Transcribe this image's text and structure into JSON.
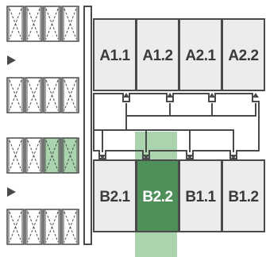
{
  "colors": {
    "stroke": "#4a4a4a",
    "cell_fill": "#ececec",
    "highlight_fill": "#4e8f5a",
    "highlight_light": "#a9d4ad",
    "label_dark": "#3a3a3a",
    "label_light": "#ffffff"
  },
  "icons": {
    "left_arrow_1": "right-triangle-icon",
    "left_arrow_2": "right-triangle-icon"
  },
  "legend_rows": [
    {
      "highlighted": [
        false,
        false,
        false,
        false
      ]
    },
    {
      "highlighted": [
        false,
        false,
        false,
        false
      ]
    },
    {
      "highlighted": [
        false,
        false,
        true,
        true
      ]
    },
    {
      "highlighted": [
        false,
        false,
        false,
        false
      ]
    }
  ],
  "top_cells": [
    {
      "label": "A1.1",
      "highlighted": false
    },
    {
      "label": "A1.2",
      "highlighted": false
    },
    {
      "label": "A2.1",
      "highlighted": false
    },
    {
      "label": "A2.2",
      "highlighted": false
    }
  ],
  "bottom_cells": [
    {
      "label": "B2.1",
      "highlighted": false
    },
    {
      "label": "B2.2",
      "highlighted": true
    },
    {
      "label": "B1.1",
      "highlighted": false
    },
    {
      "label": "B1.2",
      "highlighted": false
    }
  ]
}
